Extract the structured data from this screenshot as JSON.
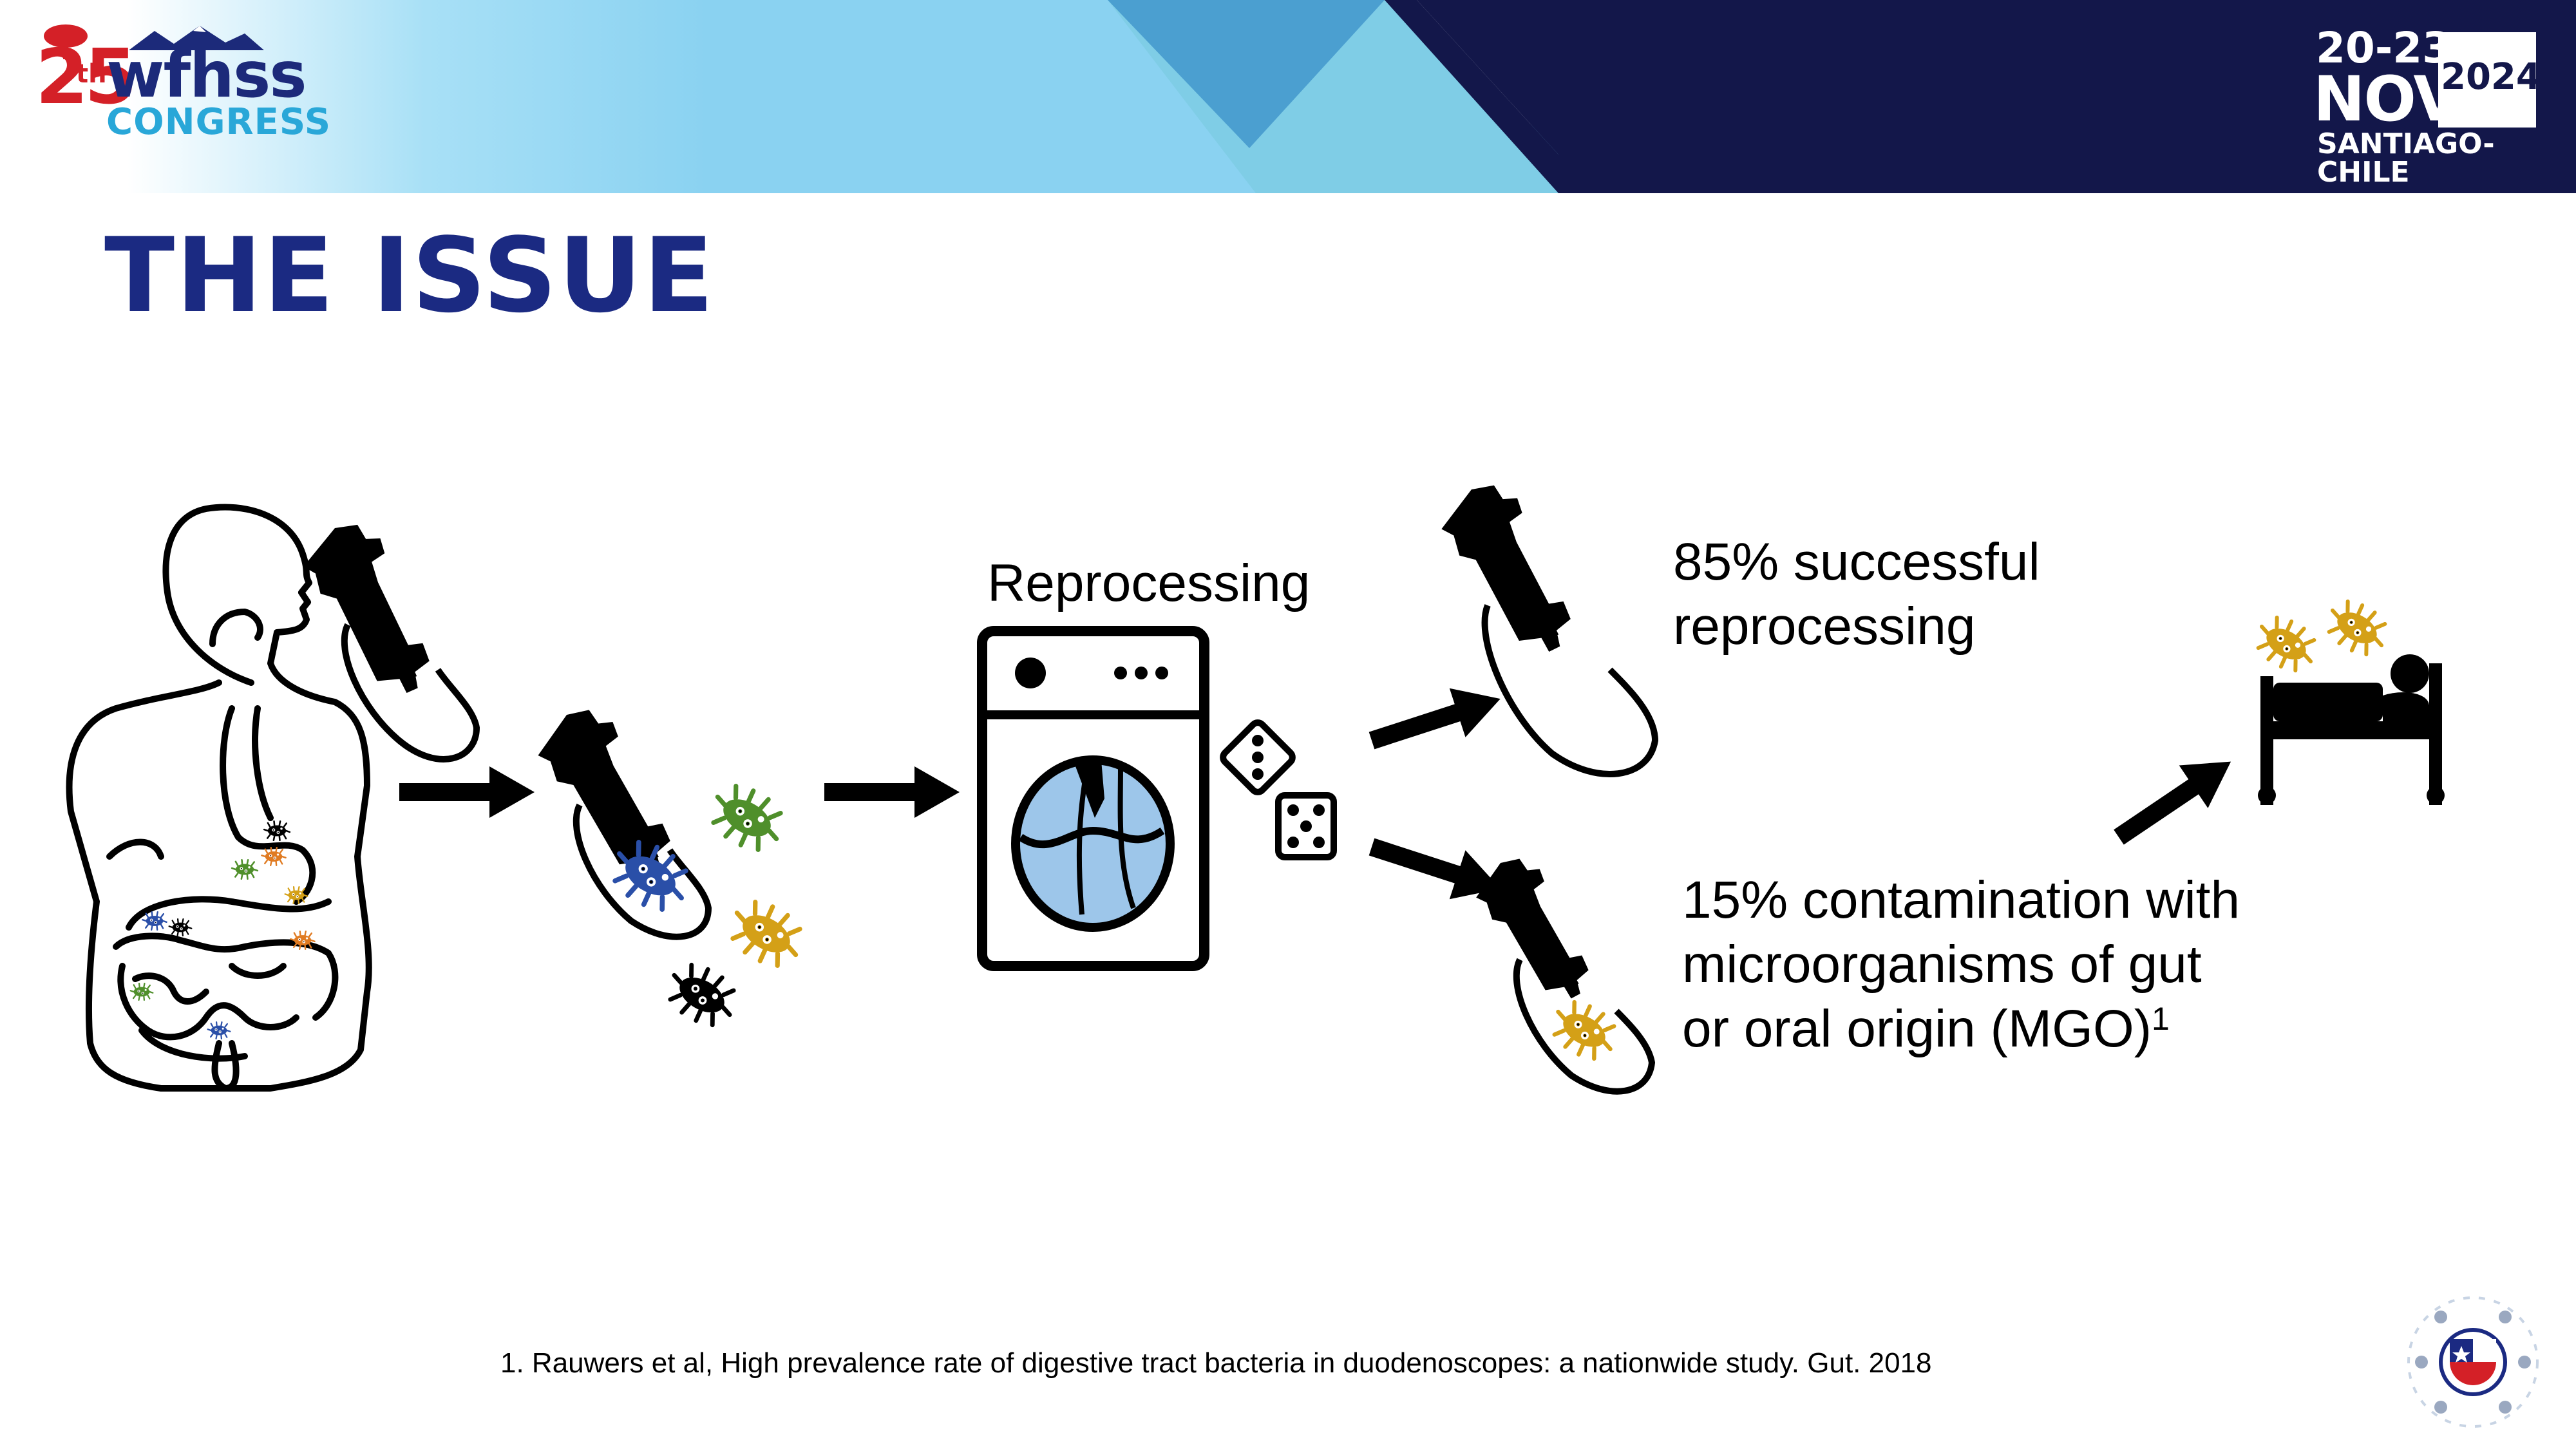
{
  "header": {
    "logo": {
      "number": "25",
      "suffix": "th",
      "name": "wfhss",
      "subtitle": "CONGRESS"
    },
    "event": {
      "dates": "20-23",
      "month": "NOV",
      "year": "2024",
      "location": "SANTIAGO-CHILE"
    }
  },
  "slide": {
    "title": "THE ISSUE",
    "reprocessing_label": "Reprocessing",
    "success_label": [
      "85% successful",
      "reprocessing"
    ],
    "contamination_label": [
      "15% contamination with",
      "microorganisms of gut",
      "or oral origin (MGO)"
    ],
    "contamination_ref": "1",
    "footnote": "1. Rauwers et al, High prevalence rate of digestive tract bacteria in duodenoscopes: a nationwide study. Gut. 2018"
  },
  "colors": {
    "navy": "#13174a",
    "title_blue": "#1b2a82",
    "light_blue": "#8fd3f2",
    "drum_blue": "#9dc6ea",
    "bacteria_green": "#4f8f2b",
    "bacteria_blue": "#2a4fa8",
    "bacteria_gold": "#d4a017",
    "bacteria_orange": "#e07b22",
    "logo_red": "#d42027"
  },
  "icons": [
    "human-body-icon",
    "endoscope-icon",
    "washing-machine-icon",
    "dice-icon",
    "bacteria-icon",
    "hospital-bed-icon",
    "arrow-icon",
    "sustainability-seal-icon"
  ]
}
